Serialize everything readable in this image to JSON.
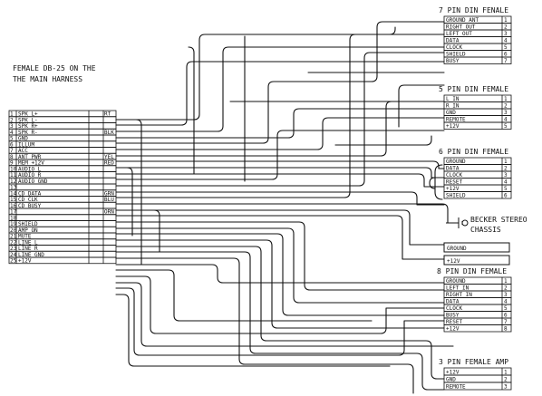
{
  "harness": {
    "title_line1": "FEMALE DB-25 ON THE",
    "title_line2": "THE MAIN HARNESS",
    "rows": [
      {
        "n": "1",
        "label": "SPK L+",
        "tag": "RT"
      },
      {
        "n": "2",
        "label": "SPK L-",
        "tag": ""
      },
      {
        "n": "3",
        "label": "SPK R+",
        "tag": ""
      },
      {
        "n": "4",
        "label": "SPK R-",
        "tag": "BLK"
      },
      {
        "n": "5",
        "label": "GND",
        "tag": ""
      },
      {
        "n": "6",
        "label": "ILLUM",
        "tag": ""
      },
      {
        "n": "7",
        "label": "ACC",
        "tag": ""
      },
      {
        "n": "8",
        "label": "ANT PWR",
        "tag": "YEL"
      },
      {
        "n": "9",
        "label": "MEM +12V",
        "tag": "RED"
      },
      {
        "n": "10",
        "label": "AUDIO L",
        "tag": ""
      },
      {
        "n": "11",
        "label": "AUDIO R",
        "tag": ""
      },
      {
        "n": "12",
        "label": "AUDIO GND",
        "tag": ""
      },
      {
        "n": "13",
        "label": "",
        "tag": ""
      },
      {
        "n": "14",
        "label": "CD DATA",
        "tag": "GRN"
      },
      {
        "n": "15",
        "label": "CD CLK",
        "tag": "BLU"
      },
      {
        "n": "16",
        "label": "CD BUSY",
        "tag": ""
      },
      {
        "n": "17",
        "label": "",
        "tag": "ORN"
      },
      {
        "n": "18",
        "label": "",
        "tag": ""
      },
      {
        "n": "19",
        "label": "SHIELD",
        "tag": ""
      },
      {
        "n": "20",
        "label": "AMP ON",
        "tag": ""
      },
      {
        "n": "21",
        "label": "MUTE",
        "tag": ""
      },
      {
        "n": "22",
        "label": "LINE L",
        "tag": ""
      },
      {
        "n": "23",
        "label": "LINE R",
        "tag": ""
      },
      {
        "n": "24",
        "label": "LINE GND",
        "tag": ""
      },
      {
        "n": "25",
        "label": "+12V",
        "tag": ""
      }
    ]
  },
  "connectors": [
    {
      "title": "7 PIN DIN FENALE",
      "rows": [
        "GROUND ANT",
        "RIGHT OUT",
        "LEFT OUT",
        "DATA",
        "CLOCK",
        "SHIELD",
        "BUSY"
      ]
    },
    {
      "title": "5 PIN DIN FEMALE",
      "rows": [
        "L IN",
        "R IN",
        "GND",
        "REMOTE",
        "+12V"
      ]
    },
    {
      "title": "6 PIN DIN FEMALE",
      "rows": [
        "GROUND",
        "DATA",
        "CLOCK",
        "RESET",
        "+12V",
        "SHIELD"
      ]
    },
    {
      "title": "8 PIN DIN FEMALE",
      "rows": [
        "GROUND",
        "LEFT IN",
        "RIGHT IN",
        "DATA",
        "CLOCK",
        "BUSY",
        "RESET",
        "+12V"
      ]
    },
    {
      "title": "3 PIN FEMALE AMP",
      "rows": [
        "+12V",
        "GND",
        "REMOTE"
      ]
    }
  ],
  "becker": {
    "line1": "BECKER STEREO",
    "line2": "CHASSIS"
  },
  "ground_box": {
    "label": "GROUND"
  },
  "power_box": {
    "label": "+12V"
  }
}
